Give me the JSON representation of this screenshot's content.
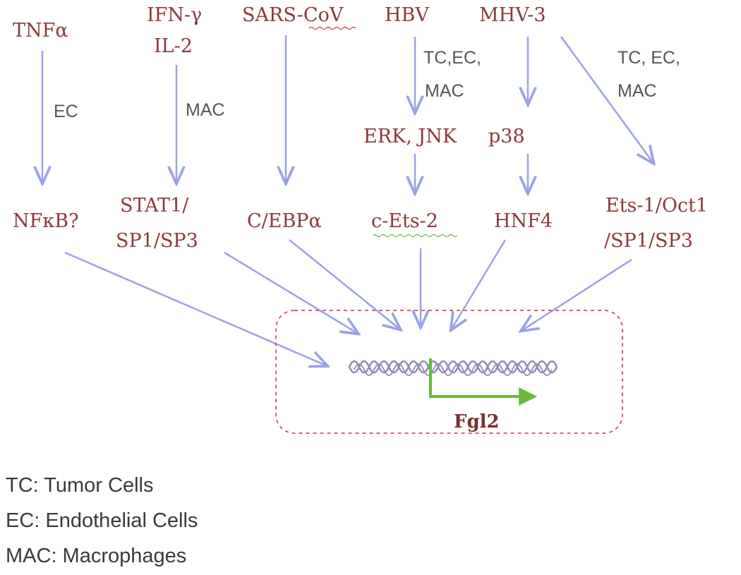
{
  "inputs": {
    "tnfa": "TNFα",
    "ifn": "IFN-γ",
    "il2": "IL-2",
    "sars": "SARS-CoV",
    "hbv": "HBV",
    "mhv3": "MHV-3"
  },
  "cell_labels": {
    "ec_tnf": "EC",
    "mac_ifn": "MAC",
    "hbv_line1": "TC,EC,",
    "hbv_line2": "MAC",
    "mhv_line1": "TC, EC,",
    "mhv_line2": "MAC"
  },
  "kinases": {
    "erk_jnk": "ERK, JNK",
    "p38": "p38"
  },
  "factors": {
    "nfkb": "NFκB?",
    "stat_line1": "STAT1/",
    "stat_line2": "SP1/SP3",
    "cebpa": "C/EBPα",
    "cets2": "c-Ets-2",
    "hnf4": "HNF4",
    "ets_line1": "Ets-1/Oct1",
    "ets_line2": "/SP1/SP3"
  },
  "gene": "Fgl2",
  "legend": [
    "TC: Tumor Cells",
    "EC: Endothelial Cells",
    "MAC: Macrophages"
  ],
  "colors": {
    "arrow": "#9aa2e6",
    "dna": "#8c8fb8",
    "promoter": "#66bb3a",
    "box": "#d24a6a",
    "spellcheck": "#d03030"
  }
}
